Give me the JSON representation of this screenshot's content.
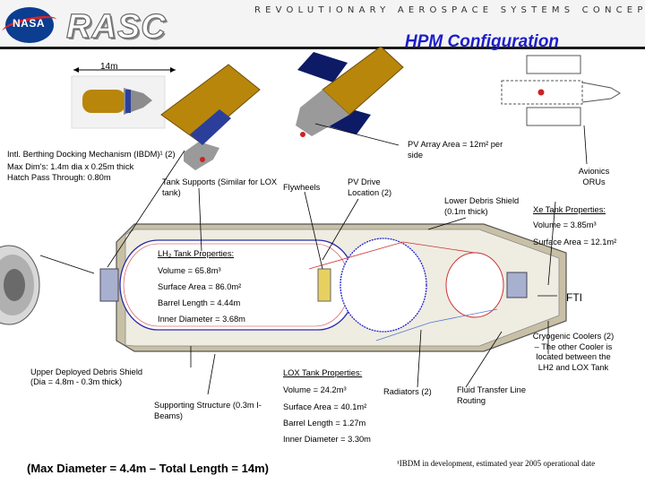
{
  "header": {
    "logo_text": "NASA",
    "brand": "RASC",
    "tagline": "REVOLUTIONARY AEROSPACE SYSTEMS CONCEPTS"
  },
  "title": "HPM Configuration",
  "scale_label": "14m",
  "labels": {
    "ibdm_l1": "Intl. Berthing Docking Mechanism (IBDM)¹ (2)",
    "ibdm_l2": "Max Dim's: 1.4m dia x 0.25m thick",
    "ibdm_l3": "Hatch Pass Through: 0.80m",
    "tank_supports": "Tank Supports (Similar for LOX tank)",
    "flywheels": "Flywheels",
    "pv_drive": "PV Drive Location (2)",
    "pv_array_l1": "PV Array Area = 12m² per side",
    "avionics": "Avionics ORUs",
    "lower_shield": "Lower Debris Shield (0.1m thick)",
    "upper_shield_l1": "Upper Deployed Debris Shield",
    "upper_shield_l2": "(Dia = 4.8m - 0.3m thick)",
    "supporting": "Supporting Structure (0.3m I-Beams)",
    "radiators": "Radiators (2)",
    "fluid": "Fluid Transfer Line Routing",
    "cryo": "Cryogenic Coolers (2) – The other Cooler is located between the LH2 and LOX Tank",
    "fti": "FTI"
  },
  "xe_tank": {
    "heading": "Xe Tank Properties:",
    "volume": "Volume = 3.85m³",
    "surface": "Surface Area = 12.1m²"
  },
  "lh2_tank": {
    "heading": "LH₂ Tank Properties:",
    "volume": "Volume = 65.8m³",
    "surface": "Surface Area = 86.0m²",
    "barrel": "Barrel Length = 4.44m",
    "diameter": "Inner Diameter = 3.68m"
  },
  "lox_tank": {
    "heading": "LOX Tank Properties:",
    "volume": "Volume = 24.2m³",
    "surface": "Surface Area = 40.1m²",
    "barrel": "Barrel Length = 1.27m",
    "diameter": "Inner Diameter = 3.30m"
  },
  "bottom_caption": "(Max Diameter = 4.4m – Total Length = 14m)",
  "footnote": "¹IBDM in development, estimated year 2005 operational date",
  "colors": {
    "title": "#1c1ccc",
    "header_bg": "#f4f4f4",
    "shell": "#c8c0a6",
    "lh2_outline": "#2a2aa8",
    "lox_outline": "#2020cc",
    "spacecraft_body": "#b8860b",
    "solar_panel": "#0d1a66"
  }
}
